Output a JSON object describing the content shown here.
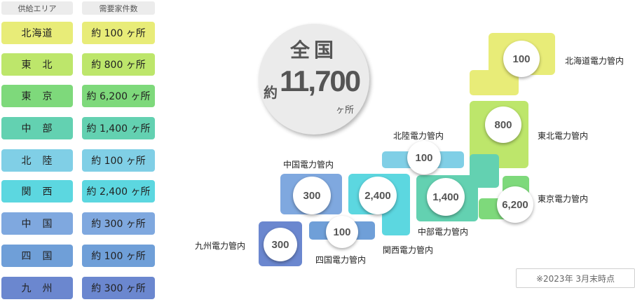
{
  "table": {
    "header_area": "供給エリア",
    "header_count": "需要家件数",
    "rows": [
      {
        "area": "北海道",
        "count": "約 100 ヶ所",
        "color": "#e8ec78"
      },
      {
        "area": "東　北",
        "count": "約 800 ヶ所",
        "color": "#bde66b"
      },
      {
        "area": "東　京",
        "count": "約 6,200 ヶ所",
        "color": "#7ed97b"
      },
      {
        "area": "中　部",
        "count": "約 1,400 ヶ所",
        "color": "#63d1b1"
      },
      {
        "area": "北　陸",
        "count": "約 100 ヶ所",
        "color": "#80cfe6"
      },
      {
        "area": "関　西",
        "count": "約 2,400 ヶ所",
        "color": "#5cd7e0"
      },
      {
        "area": "中　国",
        "count": "約 300 ヶ所",
        "color": "#7fa8df"
      },
      {
        "area": "四　国",
        "count": "約 100 ヶ所",
        "color": "#6f9fd8"
      },
      {
        "area": "九　州",
        "count": "約 300 ヶ所",
        "color": "#6b87cf"
      }
    ]
  },
  "national": {
    "title": "全国",
    "prefix": "約",
    "value": "11,700",
    "unit": "ヶ所"
  },
  "map": {
    "hokkaido": {
      "value": "100",
      "label": "北海道電力管内"
    },
    "tohoku": {
      "value": "800",
      "label": "東北電力管内"
    },
    "tokyo": {
      "value": "6,200",
      "label": "東京電力管内"
    },
    "chubu": {
      "value": "1,400",
      "label": "中部電力管内"
    },
    "hokuriku": {
      "value": "100",
      "label": "北陸電力管内"
    },
    "kansai": {
      "value": "2,400",
      "label": "関西電力管内"
    },
    "chugoku": {
      "value": "300",
      "label": "中国電力管内"
    },
    "shikoku": {
      "value": "100",
      "label": "四国電力管内"
    },
    "kyushu": {
      "value": "300",
      "label": "九州電力管内"
    }
  },
  "note": "※2023年 3月末時点"
}
